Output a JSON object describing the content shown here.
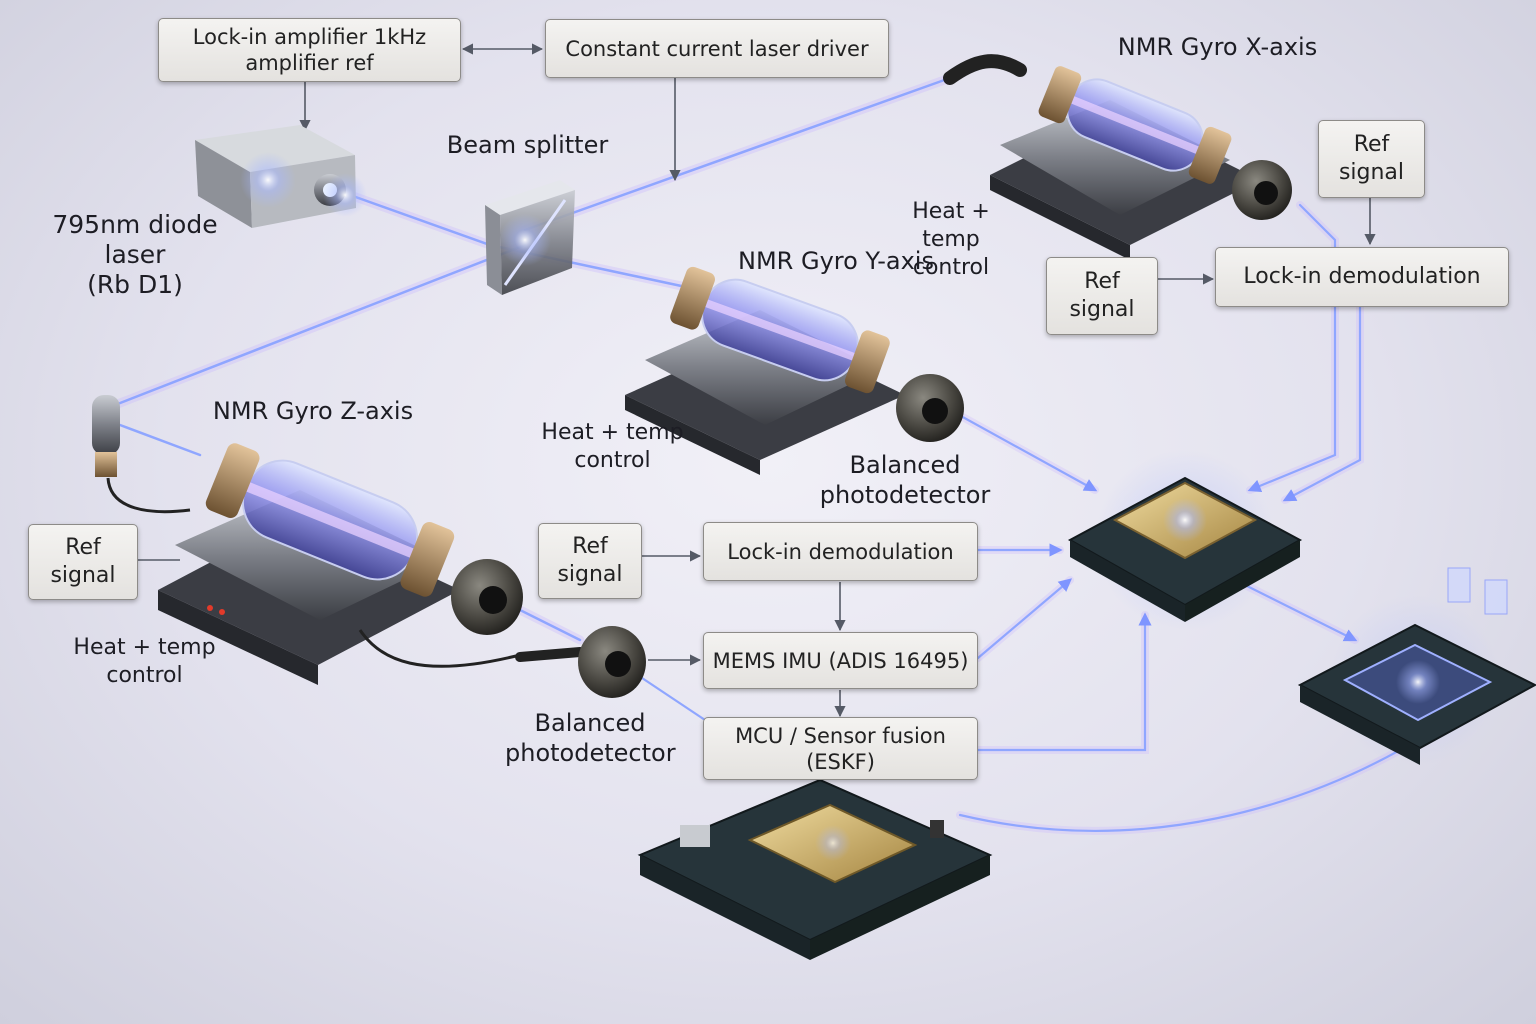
{
  "boxes": {
    "lockin_amp": "Lock-in amplifier 1kHz\namplifier ref",
    "laser_driver": "Constant current laser driver",
    "ref_signal_x": "Ref\nsignal",
    "ref_signal_mid": "Ref\nsignal",
    "lockin_demod_top": "Lock-in demodulation",
    "ref_signal_left": "Ref\nsignal",
    "ref_signal_center": "Ref\nsignal",
    "lockin_demod_center": "Lock-in demodulation",
    "mems_imu": "MEMS IMU (ADIS 16495)",
    "mcu_fusion": "MCU / Sensor fusion\n(ESKF)"
  },
  "labels": {
    "laser": "795nm diode laser\n(Rb D1)",
    "beam_splitter": "Beam splitter",
    "gyro_x": "NMR Gyro X-axis",
    "gyro_y": "NMR Gyro Y-axis",
    "gyro_z": "NMR Gyro Z-axis",
    "heat_x": "Heat + temp\ncontrol",
    "heat_y": "Heat + temp\ncontrol",
    "heat_z": "Heat + temp\ncontrol",
    "photodetector_y": "Balanced\nphotodetector",
    "photodetector_z": "Balanced\nphotodetector"
  },
  "colors": {
    "beam": "#8fa6ff",
    "beam_glow": "#c9b6ff",
    "arrow": "#555a66",
    "box_border": "#8d8b88",
    "pcb": "#26343a",
    "chip_gold": "#c8a860"
  },
  "icons": {
    "laser": "diode-laser-icon",
    "splitter": "beam-splitter-icon",
    "gyro": "vapor-cell-gyro-icon",
    "detector": "photodetector-icon",
    "chip": "processor-chip-icon",
    "board": "circuit-board-icon"
  }
}
